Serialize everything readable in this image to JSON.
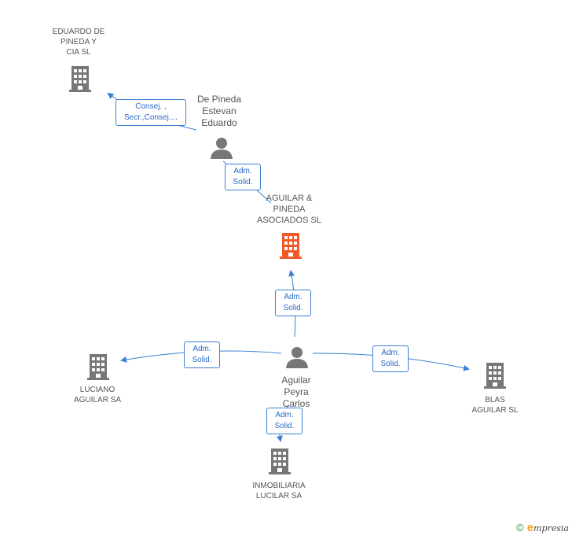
{
  "nodes": {
    "eduardo_pineda_cia": {
      "label": "EDUARDO DE\nPINEDA Y\nCIA SL",
      "icon": "building-icon",
      "color": "#777777"
    },
    "de_pineda_estevan": {
      "label": "De Pineda\nEstevan\nEduardo",
      "icon": "person-icon",
      "color": "#777777"
    },
    "aguilar_pineda": {
      "label": "AGUILAR &\nPINEDA\nASOCIADOS SL",
      "icon": "building-icon",
      "color": "#f05a28"
    },
    "luciano_aguilar": {
      "label": "LUCIANO\nAGUILAR SA",
      "icon": "building-icon",
      "color": "#777777"
    },
    "aguilar_peyra": {
      "label": "Aguilar\nPeyra\nCarlos",
      "icon": "person-icon",
      "color": "#777777"
    },
    "blas_aguilar": {
      "label": "BLAS\nAGUILAR SL",
      "icon": "building-icon",
      "color": "#777777"
    },
    "inmobiliaria_lucilar": {
      "label": "INMOBILIARIA\nLUCILAR SA",
      "icon": "building-icon",
      "color": "#777777"
    }
  },
  "relations": {
    "r1": "Consej. ,\nSecr.,Consej....",
    "r2": "Adm.\nSolid.",
    "r3": "Adm.\nSolid.",
    "r4": "Adm.\nSolid.",
    "r5": "Adm.\nSolid.",
    "r6": "Adm.\nSolid."
  },
  "colors": {
    "edge": "#3b7fd4",
    "node": "#777777",
    "focus": "#f05a28"
  },
  "footer": {
    "copyright": "©",
    "brand_e": "e",
    "brand_rest": "mpresia"
  }
}
